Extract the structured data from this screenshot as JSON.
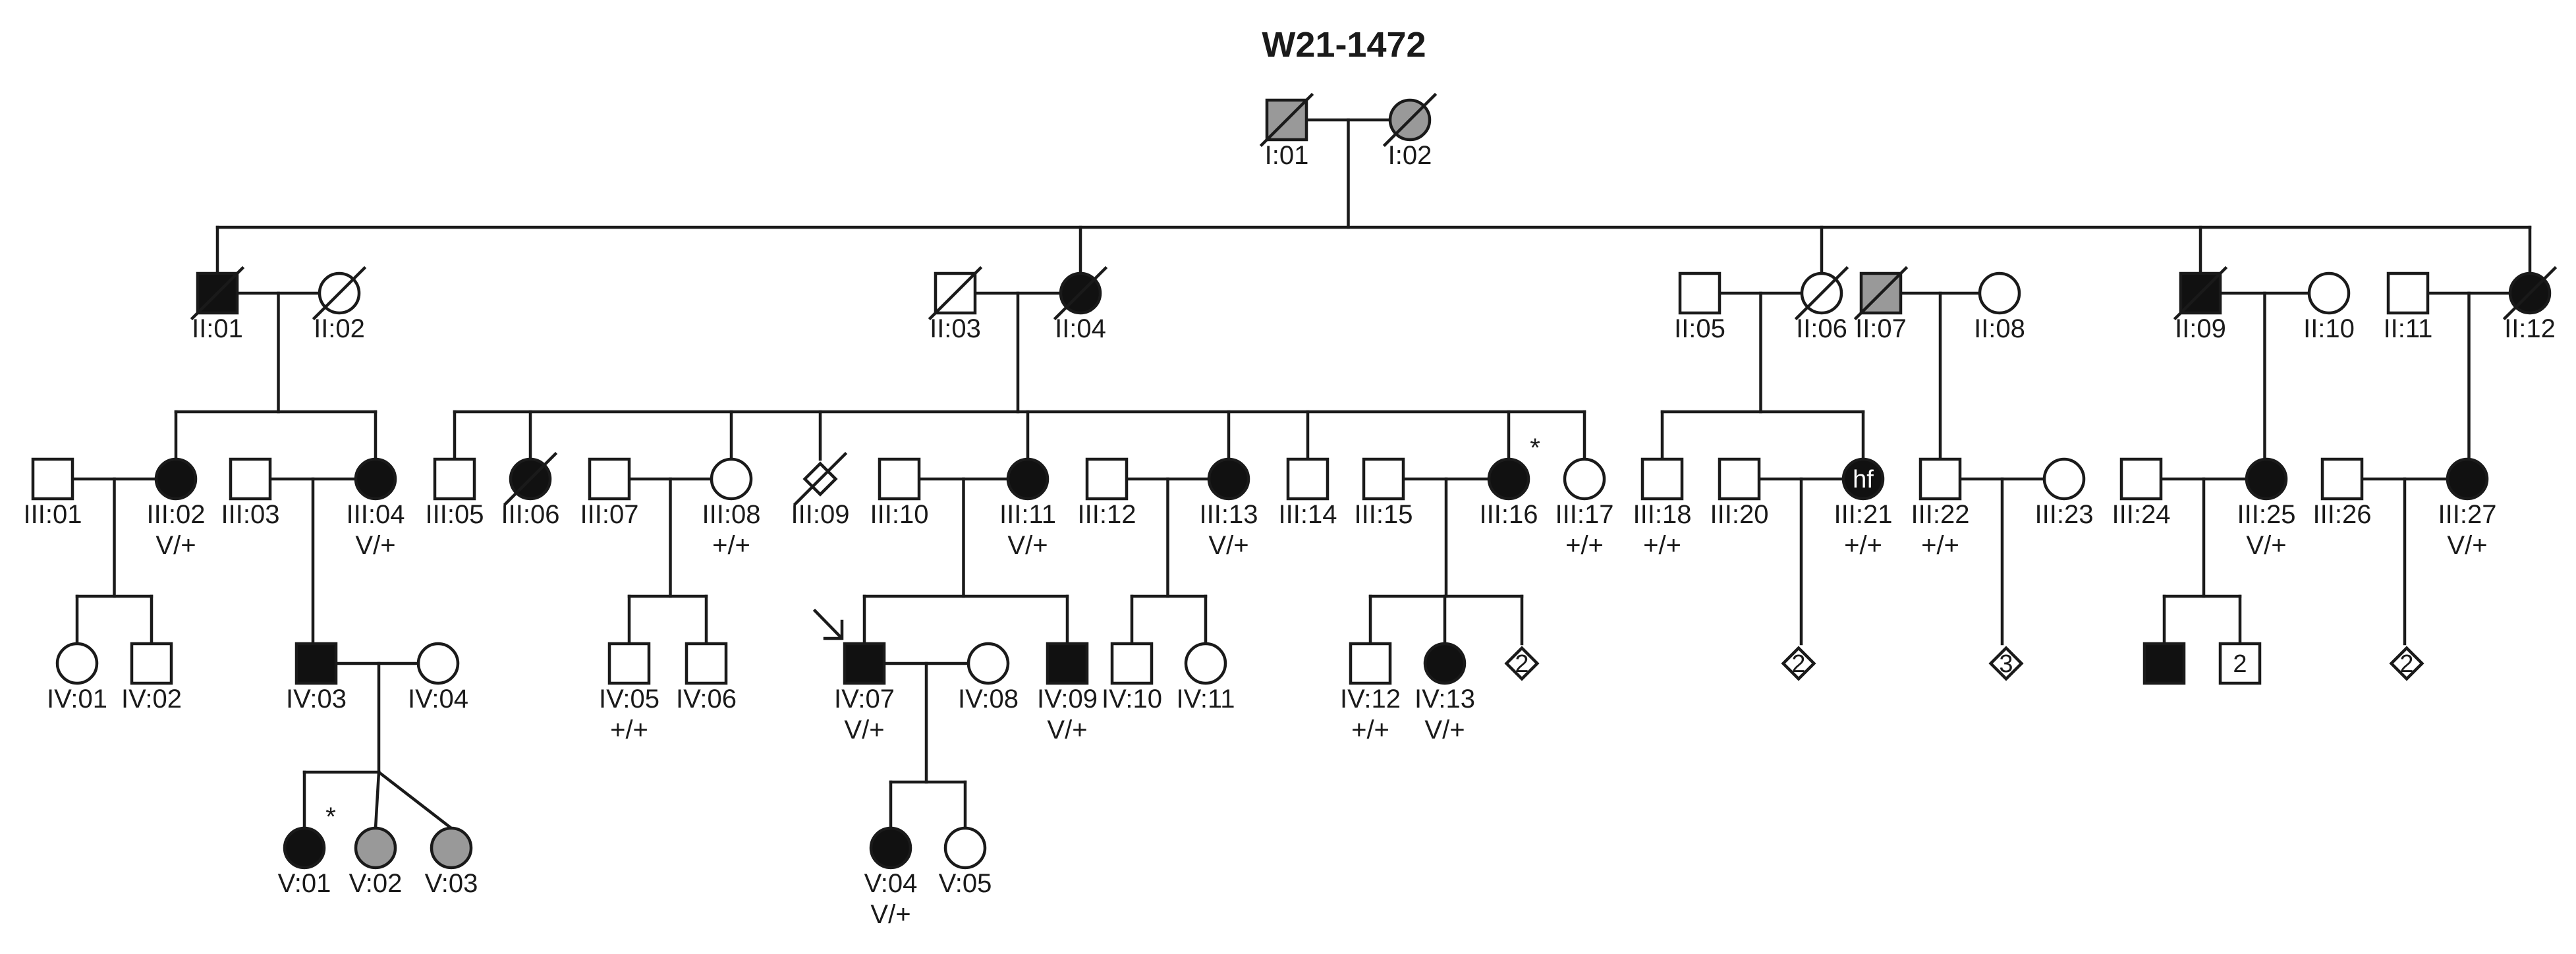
{
  "title": "W21-1472",
  "colors": {
    "affected": "#111111",
    "partial": "#999999",
    "unaffected": "#ffffff",
    "line": "#1a1a1a"
  },
  "individuals": [
    {
      "id": "I01",
      "label": "I:01",
      "sex": "m",
      "status": "partial",
      "deceased": true
    },
    {
      "id": "I02",
      "label": "I:02",
      "sex": "f",
      "status": "partial",
      "deceased": true
    },
    {
      "id": "II01",
      "label": "II:01",
      "sex": "m",
      "status": "affected",
      "deceased": true
    },
    {
      "id": "II02",
      "label": "II:02",
      "sex": "f",
      "status": "unaffected",
      "deceased": true
    },
    {
      "id": "II03",
      "label": "II:03",
      "sex": "m",
      "status": "unaffected",
      "deceased": true
    },
    {
      "id": "II04",
      "label": "II:04",
      "sex": "f",
      "status": "affected",
      "deceased": true
    },
    {
      "id": "II05",
      "label": "II:05",
      "sex": "m",
      "status": "unaffected"
    },
    {
      "id": "II06",
      "label": "II:06",
      "sex": "f",
      "status": "unaffected",
      "deceased": true
    },
    {
      "id": "II07",
      "label": "II:07",
      "sex": "m",
      "status": "partial",
      "deceased": true
    },
    {
      "id": "II08",
      "label": "II:08",
      "sex": "f",
      "status": "unaffected"
    },
    {
      "id": "II09",
      "label": "II:09",
      "sex": "m",
      "status": "affected",
      "deceased": true
    },
    {
      "id": "II10",
      "label": "II:10",
      "sex": "f",
      "status": "unaffected"
    },
    {
      "id": "II11",
      "label": "II:11",
      "sex": "m",
      "status": "unaffected"
    },
    {
      "id": "II12",
      "label": "II:12",
      "sex": "f",
      "status": "affected",
      "deceased": true
    },
    {
      "id": "III01",
      "label": "III:01",
      "sex": "m",
      "status": "unaffected"
    },
    {
      "id": "III02",
      "label": "III:02",
      "sex": "f",
      "status": "affected",
      "genotype": "V/+"
    },
    {
      "id": "III03",
      "label": "III:03",
      "sex": "m",
      "status": "unaffected"
    },
    {
      "id": "III04",
      "label": "III:04",
      "sex": "f",
      "status": "affected",
      "genotype": "V/+"
    },
    {
      "id": "III05",
      "label": "III:05",
      "sex": "m",
      "status": "unaffected"
    },
    {
      "id": "III06",
      "label": "III:06",
      "sex": "f",
      "status": "affected",
      "deceased": true
    },
    {
      "id": "III07",
      "label": "III:07",
      "sex": "m",
      "status": "unaffected"
    },
    {
      "id": "III08",
      "label": "III:08",
      "sex": "f",
      "status": "unaffected",
      "genotype": "+/+"
    },
    {
      "id": "III09",
      "label": "III:09",
      "sex": "u",
      "status": "unaffected",
      "deceased": true
    },
    {
      "id": "III10",
      "label": "III:10",
      "sex": "m",
      "status": "unaffected"
    },
    {
      "id": "III11",
      "label": "III:11",
      "sex": "f",
      "status": "affected",
      "genotype": "V/+"
    },
    {
      "id": "III12",
      "label": "III:12",
      "sex": "m",
      "status": "unaffected"
    },
    {
      "id": "III13",
      "label": "III:13",
      "sex": "f",
      "status": "affected",
      "genotype": "V/+"
    },
    {
      "id": "III14",
      "label": "III:14",
      "sex": "m",
      "status": "unaffected"
    },
    {
      "id": "III15",
      "label": "III:15",
      "sex": "m",
      "status": "unaffected"
    },
    {
      "id": "III16",
      "label": "III:16",
      "sex": "f",
      "status": "affected",
      "star": true
    },
    {
      "id": "III17",
      "label": "III:17",
      "sex": "f",
      "status": "unaffected",
      "genotype": "+/+"
    },
    {
      "id": "III18",
      "label": "III:18",
      "sex": "m",
      "status": "unaffected",
      "genotype": "+/+"
    },
    {
      "id": "III20",
      "label": "III:20",
      "sex": "m",
      "status": "unaffected"
    },
    {
      "id": "III21",
      "label": "III:21",
      "sex": "f",
      "status": "affected",
      "genotype": "+/+",
      "inner": "hf"
    },
    {
      "id": "III22",
      "label": "III:22",
      "sex": "m",
      "status": "unaffected",
      "genotype": "+/+"
    },
    {
      "id": "III23",
      "label": "III:23",
      "sex": "f",
      "status": "unaffected"
    },
    {
      "id": "III24",
      "label": "III:24",
      "sex": "m",
      "status": "unaffected"
    },
    {
      "id": "III25",
      "label": "III:25",
      "sex": "f",
      "status": "affected",
      "genotype": "V/+"
    },
    {
      "id": "III26",
      "label": "III:26",
      "sex": "m",
      "status": "unaffected"
    },
    {
      "id": "III27",
      "label": "III:27",
      "sex": "f",
      "status": "affected",
      "genotype": "V/+"
    },
    {
      "id": "IV01",
      "label": "IV:01",
      "sex": "f",
      "status": "unaffected"
    },
    {
      "id": "IV02",
      "label": "IV:02",
      "sex": "m",
      "status": "unaffected"
    },
    {
      "id": "IV03",
      "label": "IV:03",
      "sex": "m",
      "status": "affected"
    },
    {
      "id": "IV04",
      "label": "IV:04",
      "sex": "f",
      "status": "unaffected"
    },
    {
      "id": "IV05",
      "label": "IV:05",
      "sex": "m",
      "status": "unaffected",
      "genotype": "+/+"
    },
    {
      "id": "IV06",
      "label": "IV:06",
      "sex": "m",
      "status": "unaffected"
    },
    {
      "id": "IV07",
      "label": "IV:07",
      "sex": "m",
      "status": "affected",
      "genotype": "V/+",
      "proband": true
    },
    {
      "id": "IV08",
      "label": "IV:08",
      "sex": "f",
      "status": "unaffected"
    },
    {
      "id": "IV09",
      "label": "IV:09",
      "sex": "m",
      "status": "affected",
      "genotype": "V/+"
    },
    {
      "id": "IV10",
      "label": "IV:10",
      "sex": "m",
      "status": "unaffected"
    },
    {
      "id": "IV11",
      "label": "IV:11",
      "sex": "f",
      "status": "unaffected"
    },
    {
      "id": "IV12",
      "label": "IV:12",
      "sex": "m",
      "status": "unaffected",
      "genotype": "+/+"
    },
    {
      "id": "IV13",
      "label": "IV:13",
      "sex": "f",
      "status": "affected",
      "genotype": "V/+"
    },
    {
      "id": "IVd1",
      "label": "",
      "sex": "u",
      "status": "unaffected",
      "inner": "2"
    },
    {
      "id": "IVd2",
      "label": "",
      "sex": "u",
      "status": "unaffected",
      "inner": "2"
    },
    {
      "id": "IVd3",
      "label": "",
      "sex": "u",
      "status": "unaffected",
      "inner": "3"
    },
    {
      "id": "IVa",
      "label": "",
      "sex": "m",
      "status": "affected"
    },
    {
      "id": "IVb",
      "label": "",
      "sex": "m",
      "status": "unaffected",
      "inner": "2"
    },
    {
      "id": "IVd4",
      "label": "",
      "sex": "u",
      "status": "unaffected",
      "inner": "2"
    },
    {
      "id": "V01",
      "label": "V:01",
      "sex": "f",
      "status": "affected",
      "star": true
    },
    {
      "id": "V02",
      "label": "V:02",
      "sex": "f",
      "status": "partial"
    },
    {
      "id": "V03",
      "label": "V:03",
      "sex": "f",
      "status": "partial"
    },
    {
      "id": "V04",
      "label": "V:04",
      "sex": "f",
      "status": "affected",
      "genotype": "V/+"
    },
    {
      "id": "V05",
      "label": "V:05",
      "sex": "f",
      "status": "unaffected"
    }
  ]
}
